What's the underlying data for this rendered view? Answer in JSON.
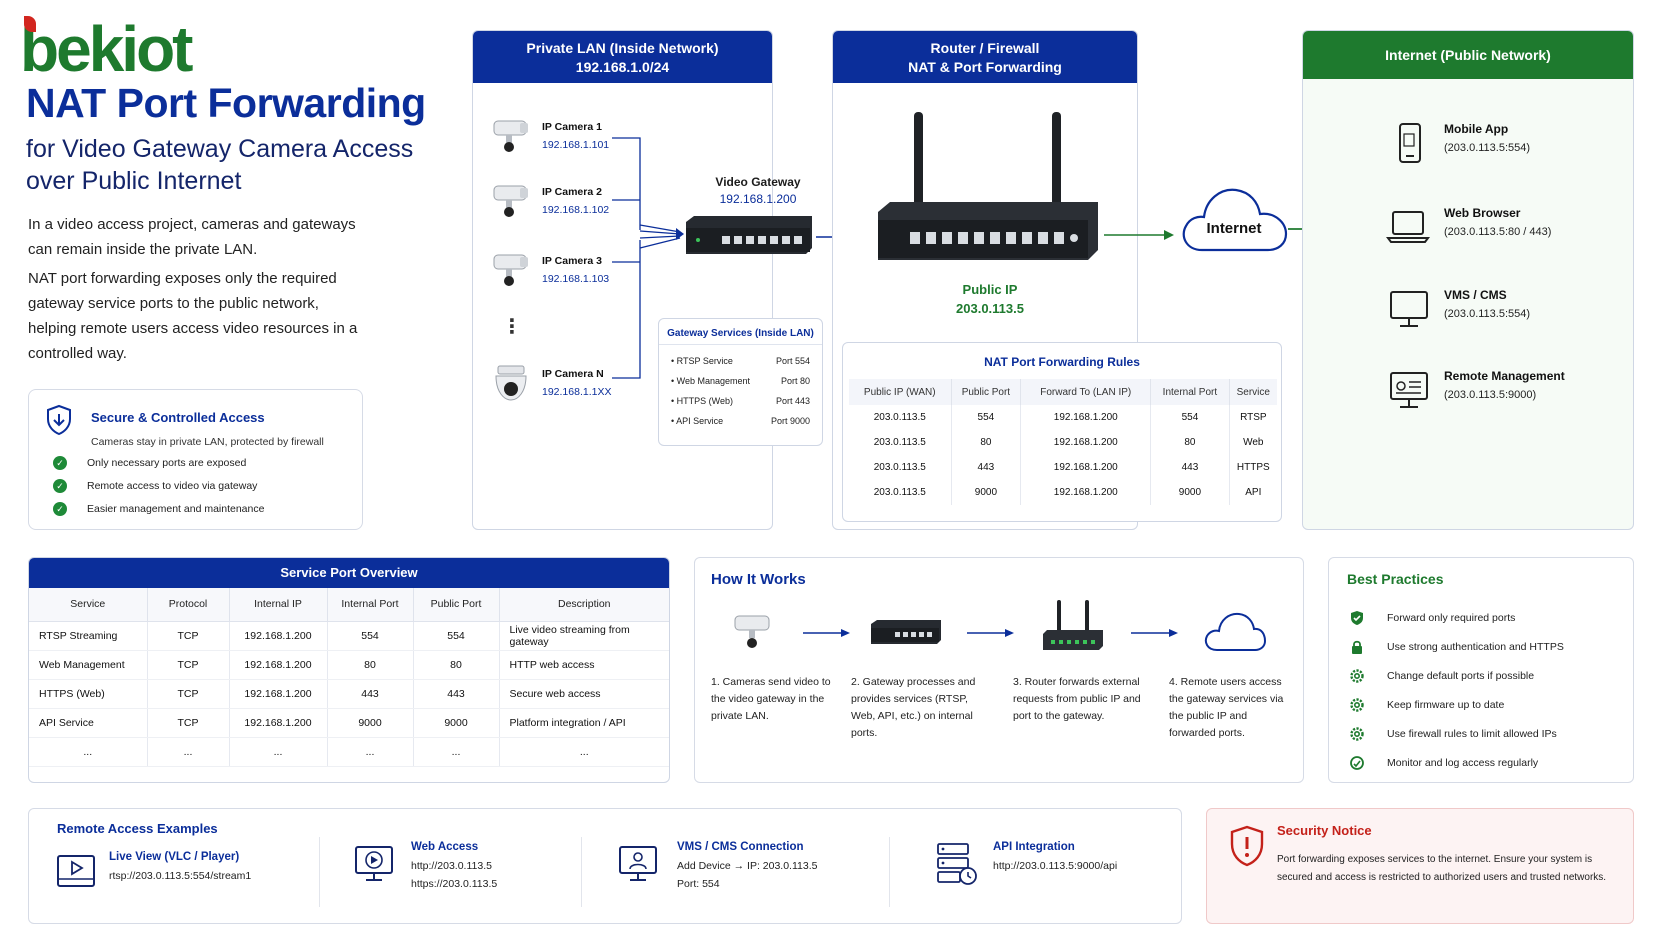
{
  "brand": {
    "logo_text": "bekiot",
    "title": "NAT Port Forwarding",
    "subtitle": "for Video Gateway Camera Access over Public Internet"
  },
  "intro": {
    "p1": "In a video access project, cameras and gateways can remain inside the private LAN.",
    "p2": "NAT port forwarding exposes only the required gateway service ports to the public network, helping remote users access video resources in a controlled way."
  },
  "secure_card": {
    "title": "Secure & Controlled Access",
    "subtitle": "Cameras stay in private LAN, protected by firewall",
    "items": [
      "Only necessary ports are exposed",
      "Remote access to video via gateway",
      "Easier management and maintenance"
    ]
  },
  "lan_panel": {
    "title_line1": "Private LAN (Inside Network)",
    "title_line2": "192.168.1.0/24",
    "cameras": [
      {
        "name": "IP Camera 1",
        "ip": "192.168.1.101"
      },
      {
        "name": "IP Camera 2",
        "ip": "192.168.1.102"
      },
      {
        "name": "IP Camera 3",
        "ip": "192.168.1.103"
      },
      {
        "name": "IP Camera N",
        "ip": "192.168.1.1XX"
      }
    ],
    "ellipsis": "⋮",
    "gateway": {
      "label": "Video Gateway",
      "ip": "192.168.1.200"
    },
    "services": {
      "title": "Gateway Services (Inside LAN)",
      "rows": [
        {
          "name": "RTSP Service",
          "port": "Port 554"
        },
        {
          "name": "Web Management",
          "port": "Port 80"
        },
        {
          "name": "HTTPS (Web)",
          "port": "Port 443"
        },
        {
          "name": "API Service",
          "port": "Port 9000"
        }
      ]
    }
  },
  "router_panel": {
    "title_line1": "Router / Firewall",
    "title_line2": "NAT & Port Forwarding",
    "public_ip_label": "Public IP",
    "public_ip": "203.0.113.5",
    "nat": {
      "title": "NAT Port Forwarding Rules",
      "headers": [
        "Public IP (WAN)",
        "Public Port",
        "Forward To (LAN IP)",
        "Internal Port",
        "Service"
      ],
      "rows": [
        [
          "203.0.113.5",
          "554",
          "192.168.1.200",
          "554",
          "RTSP"
        ],
        [
          "203.0.113.5",
          "80",
          "192.168.1.200",
          "80",
          "Web"
        ],
        [
          "203.0.113.5",
          "443",
          "192.168.1.200",
          "443",
          "HTTPS"
        ],
        [
          "203.0.113.5",
          "9000",
          "192.168.1.200",
          "9000",
          "API"
        ]
      ]
    }
  },
  "cloud": {
    "label": "Internet"
  },
  "internet_panel": {
    "title": "Internet (Public Network)",
    "clients": [
      {
        "name": "Mobile App",
        "addr": "(203.0.113.5:554)",
        "icon": "mobile-icon"
      },
      {
        "name": "Web Browser",
        "addr": "(203.0.113.5:80 / 443)",
        "icon": "laptop-icon"
      },
      {
        "name": "VMS / CMS",
        "addr": "(203.0.113.5:554)",
        "icon": "monitor-icon"
      },
      {
        "name": "Remote Management",
        "addr": "(203.0.113.5:9000)",
        "icon": "dashboard-icon"
      }
    ]
  },
  "service_overview": {
    "title": "Service Port Overview",
    "headers": [
      "Service",
      "Protocol",
      "Internal IP",
      "Internal Port",
      "Public Port",
      "Description"
    ],
    "rows": [
      [
        "RTSP Streaming",
        "TCP",
        "192.168.1.200",
        "554",
        "554",
        "Live video streaming from gateway"
      ],
      [
        "Web Management",
        "TCP",
        "192.168.1.200",
        "80",
        "80",
        "HTTP web access"
      ],
      [
        "HTTPS (Web)",
        "TCP",
        "192.168.1.200",
        "443",
        "443",
        "Secure web access"
      ],
      [
        "API Service",
        "TCP",
        "192.168.1.200",
        "9000",
        "9000",
        "Platform integration / API"
      ],
      [
        "...",
        "...",
        "...",
        "...",
        "...",
        "..."
      ]
    ]
  },
  "how_it_works": {
    "title": "How It Works",
    "steps": [
      "1. Cameras send video to the video gateway in the private LAN.",
      "2. Gateway processes and provides services (RTSP, Web, API, etc.) on internal ports.",
      "3. Router forwards external requests from public IP and port to the gateway.",
      "4. Remote users access the gateway services via the public IP and forwarded ports."
    ]
  },
  "best_practices": {
    "title": "Best Practices",
    "items": [
      {
        "text": "Forward only required ports",
        "icon": "shield-check-icon"
      },
      {
        "text": "Use strong authentication and HTTPS",
        "icon": "lock-icon"
      },
      {
        "text": "Change default ports if possible",
        "icon": "gear-icon"
      },
      {
        "text": "Keep firmware up to date",
        "icon": "gear-icon"
      },
      {
        "text": "Use firewall rules to limit allowed IPs",
        "icon": "gear-icon"
      },
      {
        "text": "Monitor and log access regularly",
        "icon": "refresh-icon"
      }
    ]
  },
  "remote_examples": {
    "title": "Remote Access Examples",
    "items": [
      {
        "name": "Live View (VLC / Player)",
        "lines": [
          "rtsp://203.0.113.5:554/stream1"
        ],
        "icon": "play-window-icon"
      },
      {
        "name": "Web Access",
        "lines": [
          "http://203.0.113.5",
          "https://203.0.113.5"
        ],
        "icon": "play-monitor-icon"
      },
      {
        "name": "VMS / CMS Connection",
        "lines": [
          "Add Device → IP: 203.0.113.5",
          "Port: 554"
        ],
        "icon": "user-monitor-icon"
      },
      {
        "name": "API Integration",
        "lines": [
          "http://203.0.113.5:9000/api"
        ],
        "icon": "api-server-icon"
      }
    ]
  },
  "security_notice": {
    "title": "Security Notice",
    "text": "Port forwarding exposes services to the internet. Ensure your system is secured and access is restricted to authorized users and trusted networks."
  },
  "colors": {
    "navy": "#0b2e9a",
    "green": "#1e7a2e",
    "red": "#c4211a"
  }
}
